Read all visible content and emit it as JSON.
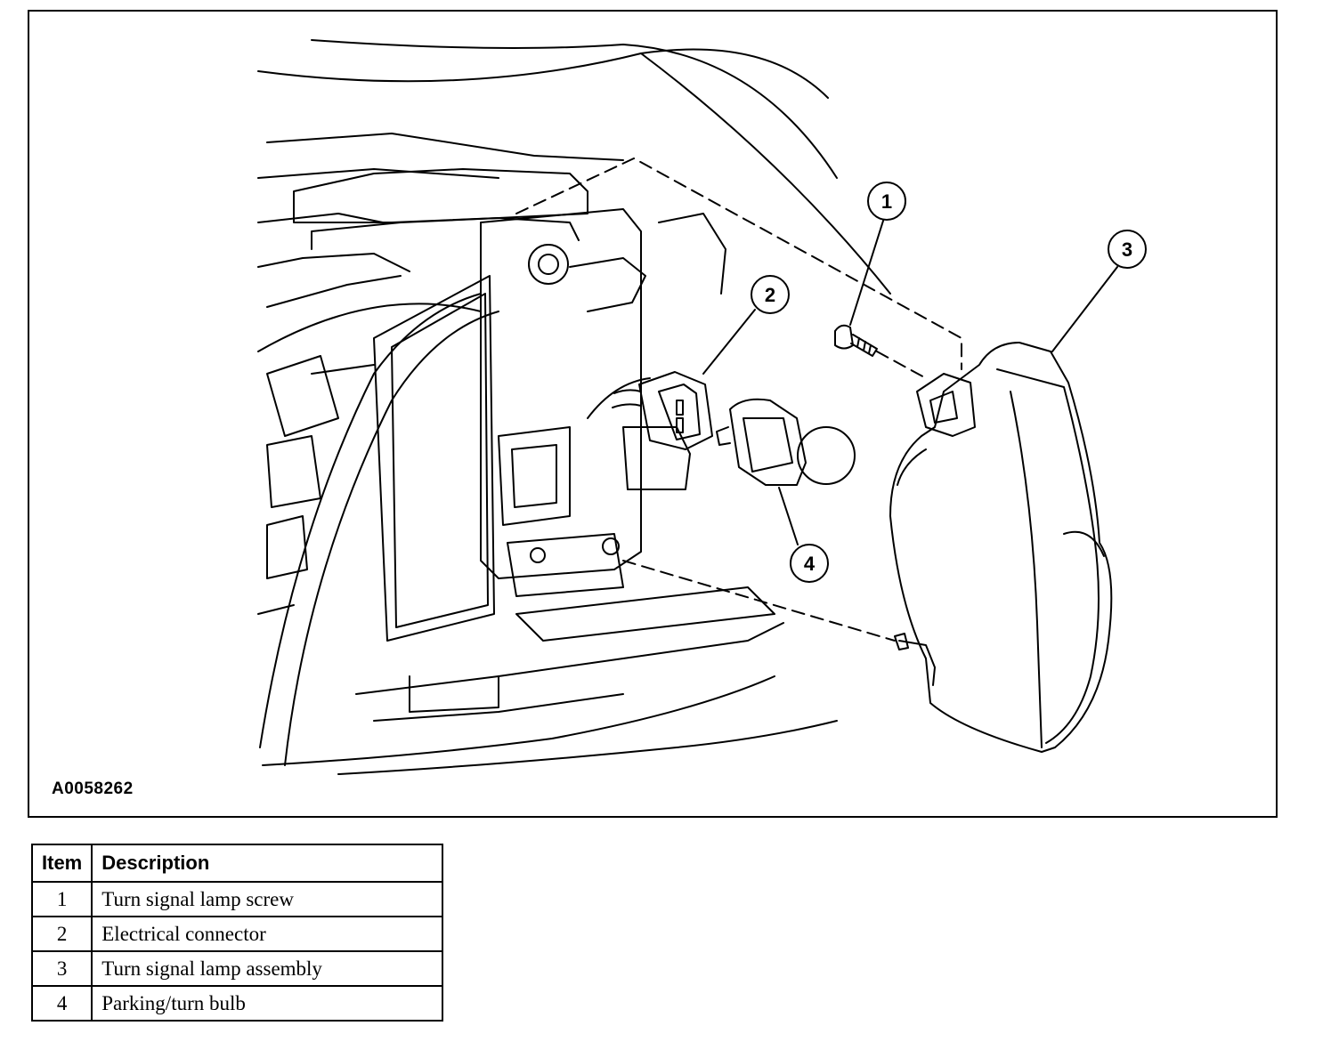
{
  "figure": {
    "code": "A0058262",
    "callouts": [
      {
        "number": "1",
        "name": "callout-1"
      },
      {
        "number": "2",
        "name": "callout-2"
      },
      {
        "number": "3",
        "name": "callout-3"
      },
      {
        "number": "4",
        "name": "callout-4"
      }
    ]
  },
  "legend": {
    "headers": {
      "item": "Item",
      "description": "Description"
    },
    "rows": [
      {
        "item": "1",
        "description": "Turn signal lamp screw"
      },
      {
        "item": "2",
        "description": "Electrical connector"
      },
      {
        "item": "3",
        "description": "Turn signal lamp assembly"
      },
      {
        "item": "4",
        "description": "Parking/turn bulb"
      }
    ]
  }
}
